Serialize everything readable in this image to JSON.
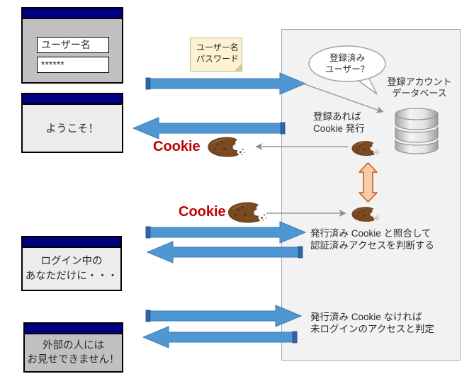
{
  "windows": {
    "login": {
      "username_value": "ユーザー名",
      "password_value": "******"
    },
    "welcome": {
      "text": "ようこそ！"
    },
    "loggedin": {
      "lines": [
        "ログイン中の",
        "あなただけに・・・"
      ]
    },
    "denied": {
      "lines": [
        "外部の人には",
        "お見せできません！"
      ]
    }
  },
  "sticky_note": {
    "lines": [
      "ユーザー名",
      "パスワード"
    ]
  },
  "cookie_labels": {
    "received": "Cookie",
    "sent": "Cookie"
  },
  "server": {
    "bubble": {
      "lines": [
        "登録済み",
        "ユーザー？"
      ]
    },
    "database_label": {
      "lines": [
        "登録アカウント",
        "データベース"
      ]
    },
    "issue_note": {
      "lines": [
        "登録あれば",
        "Cookie 発行"
      ]
    },
    "verify_note": {
      "lines": [
        "発行済み Cookie と照合して",
        "認証済みアクセスを判断する"
      ]
    },
    "reject_note": {
      "lines": [
        "発行済み Cookie なければ",
        "未ログインのアクセスと判定"
      ]
    }
  },
  "colors": {
    "titlebar_navy": "#010080",
    "arrow_blue": "#4f97d3",
    "arrow_blue_border": "#3d7ab5",
    "cookie_red": "#c00000",
    "cookie_brown": "#7a4a21",
    "orange_arrow_fill": "#f8cbad",
    "orange_arrow_border": "#c55a11",
    "server_bg": "#f2f2f2"
  }
}
